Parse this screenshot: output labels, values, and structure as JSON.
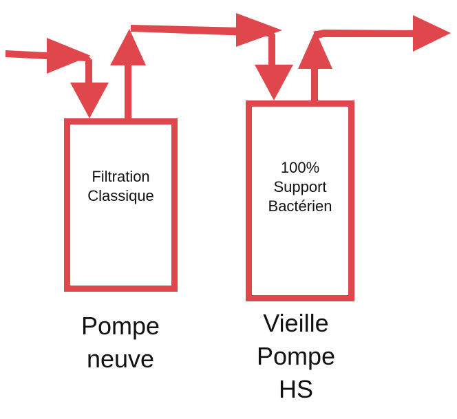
{
  "colors": {
    "accent": "#e0474c",
    "text": "#111111",
    "background": "#ffffff"
  },
  "box1": {
    "line1": "Filtration",
    "line2": "Classique"
  },
  "box2": {
    "line1": "100%",
    "line2": "Support",
    "line3": "Bactérien"
  },
  "caption1": {
    "line1": "Pompe",
    "line2": "neuve"
  },
  "caption2": {
    "line1": "Vieille",
    "line2": "Pompe",
    "line3": "HS"
  }
}
